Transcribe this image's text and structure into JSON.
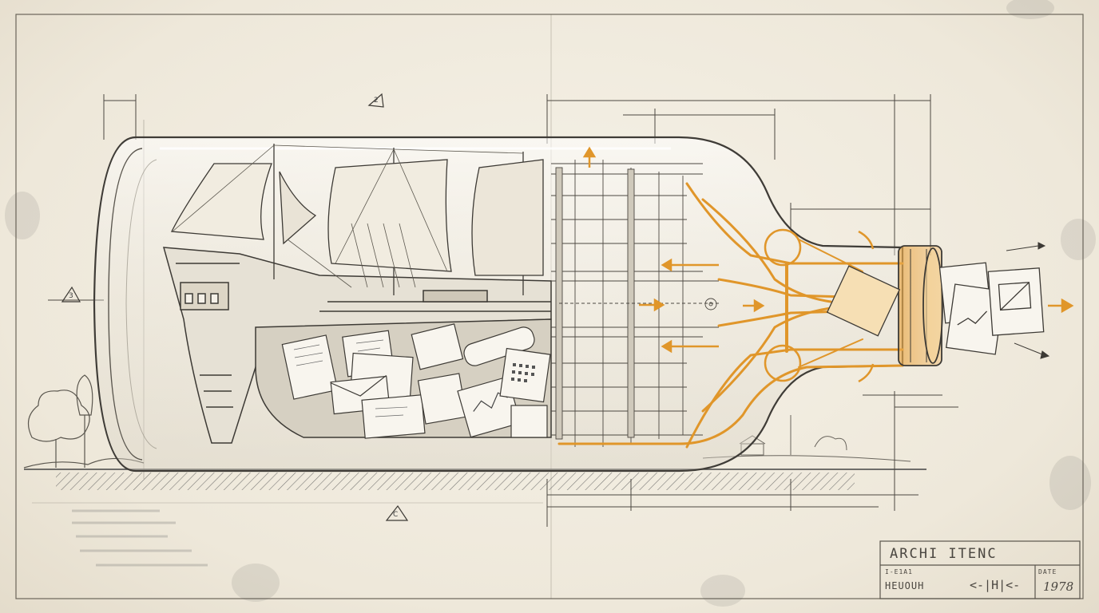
{
  "title_block": {
    "title": "ARCHI ITENC",
    "sub_label": "I-E1A1",
    "code": "HEUOUH",
    "mark": "<-|H|<-",
    "date_label": "DATE",
    "date": "1978"
  },
  "markers": {
    "left": "3",
    "top": "2",
    "bottom": "C"
  },
  "colors": {
    "paper": "#efeadd",
    "pencil": "#3d3a35",
    "accent": "#e0962a"
  }
}
